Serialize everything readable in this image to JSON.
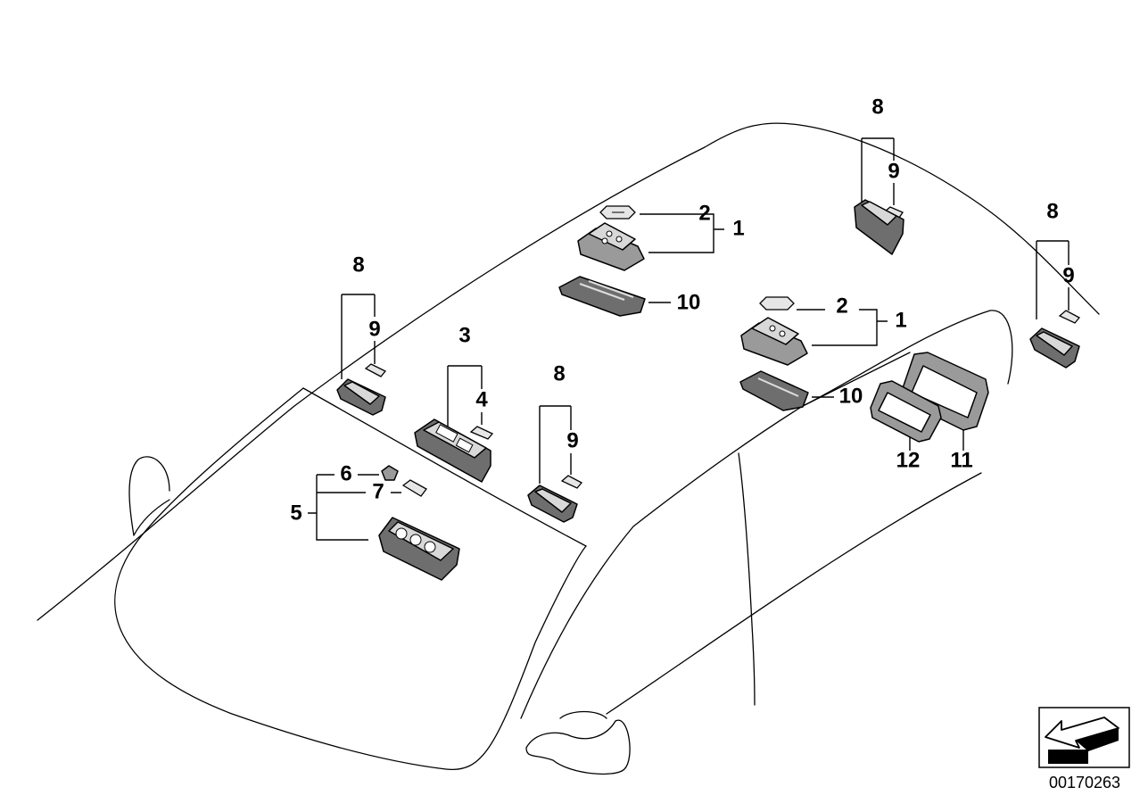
{
  "diagram": {
    "reference_number": "00170263",
    "callouts": {
      "c1a": "1",
      "c1b": "1",
      "c2a": "2",
      "c2b": "2",
      "c3": "3",
      "c4": "4",
      "c5": "5",
      "c6": "6",
      "c7": "7",
      "c8a": "8",
      "c8b": "8",
      "c8c": "8",
      "c8d": "8",
      "c9a": "9",
      "c9b": "9",
      "c9c": "9",
      "c9d": "9",
      "c10a": "10",
      "c10b": "10",
      "c11": "11",
      "c12": "12"
    }
  }
}
